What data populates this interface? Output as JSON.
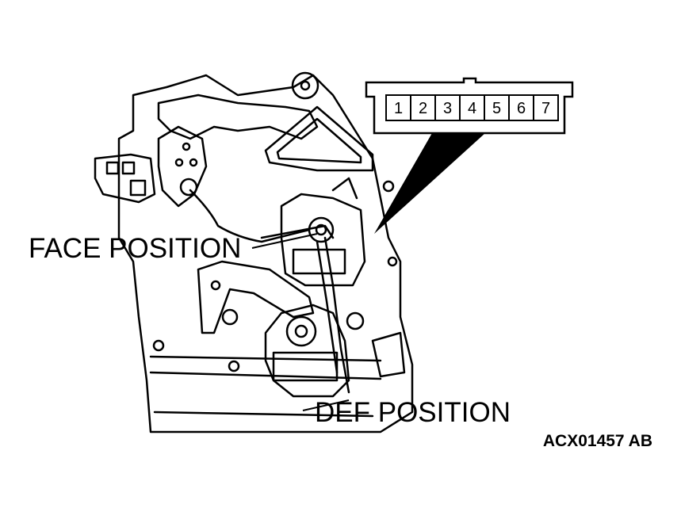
{
  "labels": {
    "face_position": "FACE POSITION",
    "def_position": "DEF POSITION",
    "figure_code": "ACX01457 AB"
  },
  "connector": {
    "pins": [
      "1",
      "2",
      "3",
      "4",
      "5",
      "6",
      "7"
    ]
  },
  "colors": {
    "ink": "#000000",
    "paper": "#ffffff"
  }
}
